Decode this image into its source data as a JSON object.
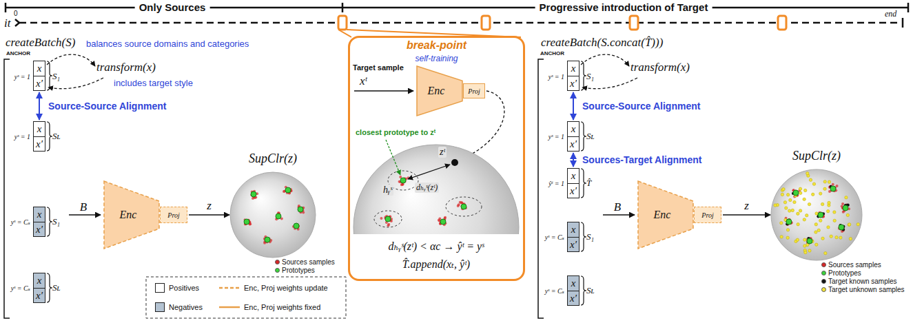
{
  "diagram": {
    "nodes": [
      {
        "text": [
          "x"
        ]
      },
      {
        "text": [
          "x′"
        ]
      },
      {
        "text": [
          "x"
        ]
      },
      {
        "text": [
          "x′"
        ]
      },
      {
        "text": [
          "x"
        ]
      },
      {
        "text": [
          "x′"
        ]
      },
      {
        "text": [
          "x"
        ]
      },
      {
        "text": [
          "x′"
        ]
      },
      {
        "text": [
          "Enc"
        ]
      },
      {
        "text": [
          "Proj"
        ]
      },
      {
        "text": [
          "SupClr(z)"
        ]
      },
      {
        "text": [
          "break-point",
          "self-training"
        ]
      },
      {
        "text": [
          "Enc"
        ],
        "in": 11
      },
      {
        "text": [
          "Proj"
        ],
        "in": 11
      },
      {
        "text": [
          "x"
        ]
      },
      {
        "text": [
          "x′"
        ]
      },
      {
        "text": [
          "x"
        ]
      },
      {
        "text": [
          "x′"
        ]
      },
      {
        "text": [
          "x"
        ]
      },
      {
        "text": [
          "x′"
        ]
      },
      {
        "text": [
          "x"
        ]
      },
      {
        "text": [
          "x′"
        ]
      },
      {
        "text": [
          "x"
        ]
      },
      {
        "text": [
          "x′"
        ]
      },
      {
        "text": [
          "Enc"
        ]
      },
      {
        "text": [
          "Proj"
        ]
      },
      {
        "text": [
          "SupClr(z)"
        ]
      }
    ],
    "edges": [
      {
        "from": 9,
        "to": 10,
        "arrow": "to",
        "label": "z"
      },
      {
        "from": 1,
        "to": 2,
        "arrow": "both",
        "label": "Source-Source Alignment"
      },
      {
        "from": 25,
        "to": 26,
        "arrow": "to",
        "label": "z"
      },
      {
        "from": 15,
        "to": 16,
        "arrow": "both",
        "label": "Source-Source Alignment"
      },
      {
        "from": 17,
        "to": 18,
        "arrow": "both",
        "label": "Sources-Target Alignment"
      }
    ],
    "labels": [
      "Only Sources",
      "Progressive introduction of Target",
      "it",
      "0",
      "end",
      "createBatch(S)",
      "balances source domains and categories",
      "ANCHOR",
      "yˢ = 1",
      "S₁",
      "transform(x)",
      "includes target style",
      "yˢ = 1",
      "Sʟ",
      "yˢ = Cₛ",
      "S₁",
      "yˢ = Cₛ",
      "Sʟ",
      "B",
      "Target sample",
      "xᵗ",
      "closest prototype to zᵗ",
      "zᵗ",
      "hᵧˢ",
      "dₕᵧˢ(zᵗ)",
      "dₕᵧˢ(zᵗ) < αc → ŷᵗ = yˢ",
      "T̂.append(xₜ, ŷᵗ)",
      "createBatch(S.concat(T̂)))",
      "ANCHOR",
      "yˢ = 1",
      "S₁",
      "transform(x)",
      "yˢ = 1",
      "Sʟ",
      "ŷᵗ = 1",
      "T̂",
      "yˢ = Cₛ",
      "S₁",
      "yˢ = Cₛ",
      "Sʟ",
      "B"
    ],
    "legend": [
      {
        "text": "Positives",
        "color": "#ffffff"
      },
      {
        "text": "Negatives",
        "color": "#b4c3d2"
      },
      {
        "text": "Enc, Proj weights update"
      },
      {
        "text": "Enc, Proj weights fixed"
      },
      {
        "text": "Sources samples",
        "color": "#d62728"
      },
      {
        "text": "Prototypes",
        "color": "#3cd23c"
      },
      {
        "text": "Sources samples",
        "color": "#d62728"
      },
      {
        "text": "Prototypes",
        "color": "#3cd23c"
      },
      {
        "text": "Target known samples",
        "color": "#111111"
      },
      {
        "text": "Target unknown samples",
        "color": "#f2e33a"
      }
    ]
  }
}
